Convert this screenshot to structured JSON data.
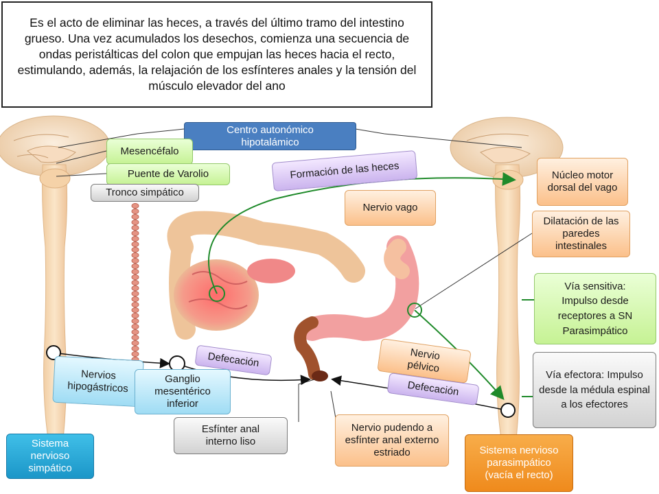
{
  "intro_text": "Es el acto de eliminar las heces, a través del último tramo del intestino grueso. Una  vez acumulados los desechos, comienza una secuencia de ondas peristálticas del colon que empujan las heces hacia el recto, estimulando, además, la relajación de los esfínteres anales y la tensión del músculo elevador del ano",
  "labels": {
    "centro_autonomico": "Centro autonómico hipotalámico",
    "mesencefalo": "Mesencéfalo",
    "puente_varolio": "Puente de Varolio",
    "tronco_simpatico": "Tronco simpático",
    "formacion_heces": "Formación de las heces",
    "nervio_vago": "Nervio vago",
    "nucleo_motor": "Núcleo motor dorsal del vago",
    "dilatacion": "Dilatación de las paredes intestinales",
    "via_sensitiva": "Vía sensitiva: Impulso desde receptores a SN Parasimpático",
    "via_efectora": "Vía efectora: Impulso desde la médula espinal a los efectores",
    "nervio_pelvico": "Nervio pélvico",
    "defecacion_left": "Defecación",
    "defecacion_right": "Defecación",
    "nervios_hipogastricos": "Nervios hipogástricos",
    "ganglio": "Ganglio mesentérico inferior",
    "esfinter_interno": "Esfínter anal interno liso",
    "nervio_pudendo": "Nervio pudendo a esfínter anal externo estriado",
    "sistema_simpatico": "Sistema nervioso simpático",
    "sistema_parasimpatico": "Sistema nervioso parasimpático (vacía el recto)"
  },
  "colors": {
    "centro_box": "#4a7fc1",
    "sistema_simpatico_box": "#2ba9d8",
    "sistema_parasimpatico_box": "#f39a2c",
    "green_line": "#1f8a2a",
    "spine": "#f6d9b0",
    "sympathetic_chain": "#e59484",
    "intestine": "#f08a8a"
  }
}
